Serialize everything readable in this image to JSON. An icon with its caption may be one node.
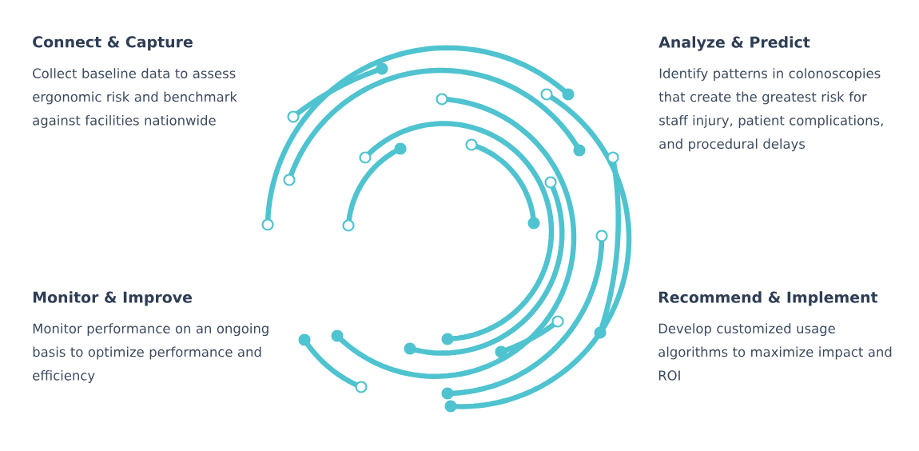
{
  "diagram": {
    "labels": [
      "Connect & Capture",
      "Collect baseline data to assess ergonomic risk and benchmark against facilities nationwide",
      "Analyze & Predict",
      "Identify patterns in colonoscopies that create the greatest risk for staff injury, patient complications, and procedural delays",
      "Monitor & Improve",
      "Monitor performance on an ongoing basis to optimize performance and efficiency",
      "Recommend & Implement",
      "Develop customized usage algorithms to maximize impact and ROI"
    ]
  }
}
